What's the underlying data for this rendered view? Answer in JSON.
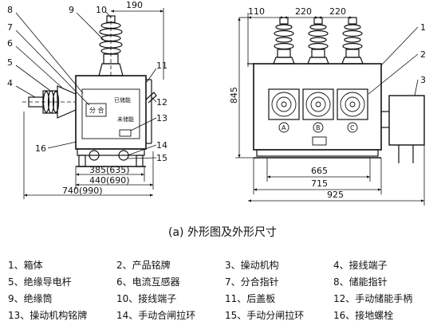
{
  "figure": {
    "caption": "(a)  外形图及外形尺寸",
    "left_view": {
      "callouts": [
        "9",
        "10",
        "8",
        "7",
        "6",
        "5",
        "4",
        "11",
        "12",
        "13",
        "14",
        "15",
        "16"
      ],
      "dimensions": {
        "top_right": "190",
        "mid_1": "385(635)",
        "mid_2": "440(690)",
        "overall": "740(990)"
      },
      "panel_texts": {
        "open_close": "分 合",
        "stored": "已储能",
        "not_stored": "未储能"
      }
    },
    "right_view": {
      "callouts": [
        "1",
        "2",
        "3"
      ],
      "phase_labels": [
        "A",
        "B",
        "C"
      ],
      "dimensions": {
        "top_left": "110",
        "top_mid": "220",
        "top_right": "220",
        "height": "845",
        "width_1": "665",
        "width_2": "715",
        "width_3": "925"
      }
    }
  },
  "legend": [
    [
      "1、箱体",
      "2、产品铭牌",
      "3、操动机构",
      "4、接线端子"
    ],
    [
      "5、绝缘导电杆",
      "6、电流互感器",
      "7、分合指针",
      "8、储能指针"
    ],
    [
      "9、绝缘筒",
      "10、接线端子",
      "11、后盖板",
      "12、手动储能手柄"
    ],
    [
      "13、操动机构铭牌",
      "14、手动合闸拉环",
      "15、手动分闸拉环",
      "16、接地螺栓"
    ]
  ]
}
